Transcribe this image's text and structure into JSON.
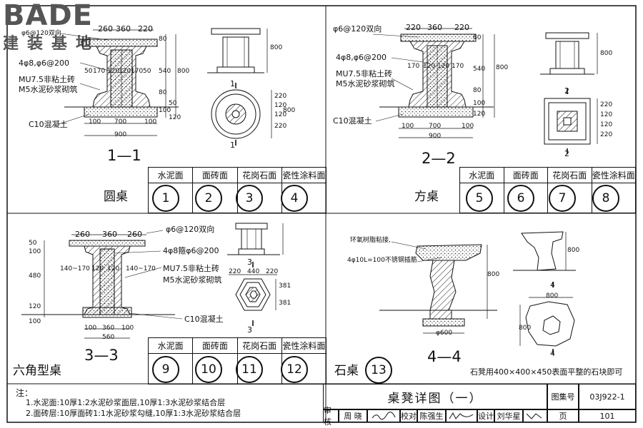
{
  "logo": {
    "word": "BADE",
    "cn": "建装基地"
  },
  "sheet": {
    "title": "桌凳详图（一）",
    "atlas_label": "图集号",
    "atlas_no": "03J922-1",
    "page_label": "页",
    "page_no": "101",
    "sig_row": [
      "审核",
      "周  晓",
      "",
      "校对",
      "陈强生",
      "",
      "设计",
      "刘华星",
      "",
      ""
    ]
  },
  "notes": {
    "heading": "注：",
    "lines": [
      "1.水泥面:10厚1:2水泥砂浆面层,10厚1:3水泥砂浆结合层",
      "2.面砖层:10厚面砖1:1水泥砂浆勾缝,10厚1:3水泥砂浆结合层"
    ]
  },
  "panel1": {
    "section": "1—1",
    "caption": "圆桌",
    "labels": [
      "φ6@120双向",
      "4φ8,φ6@200",
      "MU7.5非粘土砖",
      "M5水泥砂浆砌筑",
      "C10混凝土"
    ],
    "dims_top": [
      "260",
      "360",
      "220"
    ],
    "dims_mid": [
      "50",
      "170",
      "120",
      "120",
      "170",
      "50"
    ],
    "dims_bottom": [
      "100",
      "700",
      "100"
    ],
    "dim_total": "900",
    "dims_right": [
      "80",
      "540",
      "80",
      "50",
      "100",
      "120",
      "800"
    ],
    "plan_dims": [
      "220",
      "120",
      "120",
      "220",
      "800"
    ],
    "cut": "1",
    "finishes": [
      "水泥面",
      "面砖面",
      "花岗石面",
      "瓷性涂料面"
    ],
    "numbers": [
      "1",
      "2",
      "3",
      "4"
    ]
  },
  "panel2": {
    "section": "2—2",
    "caption": "方桌",
    "labels": [
      "φ6@120双向",
      "4φ8,φ6@200",
      "MU7.5非粘土砖",
      "M5水泥砂浆砌筑",
      "C10混凝土"
    ],
    "dims_top": [
      "220",
      "360",
      "220"
    ],
    "dims_mid": [
      "170",
      "120",
      "120",
      "170"
    ],
    "dims_bottom": [
      "100",
      "700",
      "100"
    ],
    "dim_total": "900",
    "dims_right": [
      "80",
      "540",
      "80",
      "100",
      "120",
      "800"
    ],
    "plan_dims": [
      "220",
      "120",
      "120",
      "220",
      "800"
    ],
    "cut": "2",
    "finishes": [
      "水泥面",
      "面砖面",
      "花岗石面",
      "瓷性涂料面"
    ],
    "numbers": [
      "5",
      "6",
      "7",
      "8"
    ]
  },
  "panel3": {
    "section": "3—3",
    "caption": "六角型桌",
    "labels": [
      "φ6@120双向",
      "4φ8箍φ6@200",
      "MU7.5非粘土砖",
      "M5水泥砂浆砌筑",
      "C10混凝土"
    ],
    "dims_top": [
      "260",
      "360",
      "260"
    ],
    "dims_side": [
      "140~170",
      "120",
      "120",
      "140~170"
    ],
    "dims_left": [
      "50",
      "100",
      "480",
      "120",
      "100"
    ],
    "dims_bottom": [
      "100",
      "360",
      "100"
    ],
    "dim_total": "560",
    "plan_dims": [
      "220",
      "440",
      "220",
      "381",
      "381"
    ],
    "cut": "3",
    "finishes": [
      "水泥面",
      "面砖面",
      "花岗石面",
      "瓷性涂料面"
    ],
    "numbers": [
      "9",
      "10",
      "11",
      "12"
    ]
  },
  "panel4": {
    "section": "4—4",
    "caption": "石桌",
    "labels": [
      "环氧树脂粘接,",
      "4φ10L=100不锈钢插筋"
    ],
    "dim_height": "800",
    "dim_base": "φ600",
    "plan_dims": [
      "800",
      "800"
    ],
    "cut": "4",
    "number": "13",
    "note": "石凳用400×400×450表面平整的石块即可"
  }
}
